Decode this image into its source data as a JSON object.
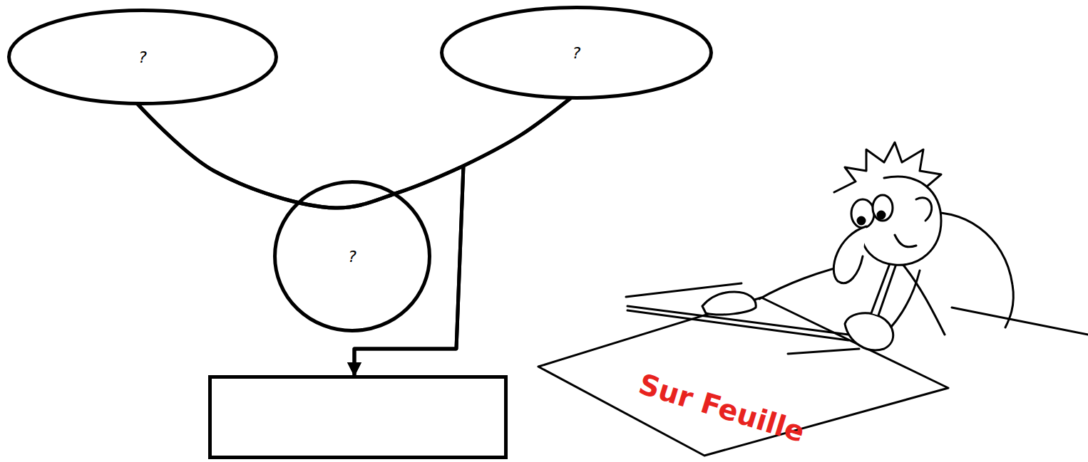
{
  "diagram": {
    "nodes": [
      {
        "text": [
          "?"
        ]
      },
      {
        "text": [
          "?"
        ]
      },
      {
        "text": [
          "?"
        ]
      },
      {
        "text": []
      }
    ],
    "edges": [
      {
        "from": 0,
        "to": 1,
        "arrow": "none"
      },
      {
        "from": 0,
        "to": 3,
        "arrow": "to"
      },
      {
        "from": 1,
        "to": 3,
        "arrow": "to"
      }
    ],
    "labels": [
      "Sur Feuille"
    ]
  }
}
